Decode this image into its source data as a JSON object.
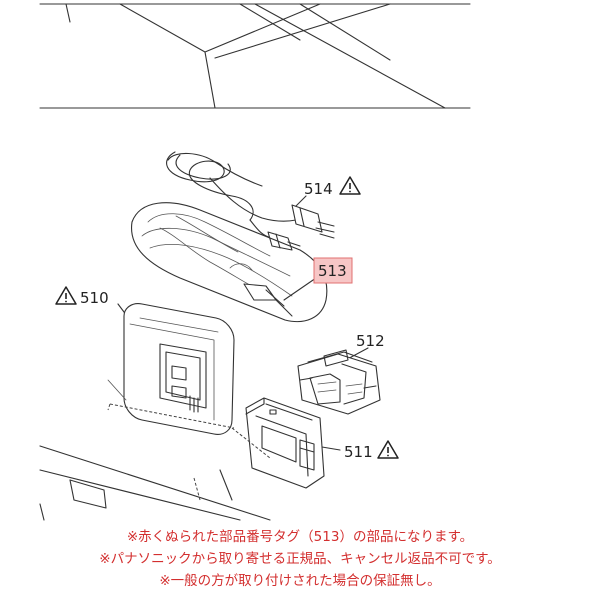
{
  "parts": {
    "p514": "514",
    "p513": "513",
    "p512": "512",
    "p511": "511",
    "p510": "510"
  },
  "highlight_color": "#f7c6c6",
  "highlight_border": "#e07070",
  "note_color": "#d32f2f",
  "notes": [
    "※赤くぬられた部品番号タグ（513）の部品になります。",
    "※パナソニックから取り寄せる正規品、キャンセル返品不可です。",
    "※一般の方が取り付けされた場合の保証無し。"
  ]
}
